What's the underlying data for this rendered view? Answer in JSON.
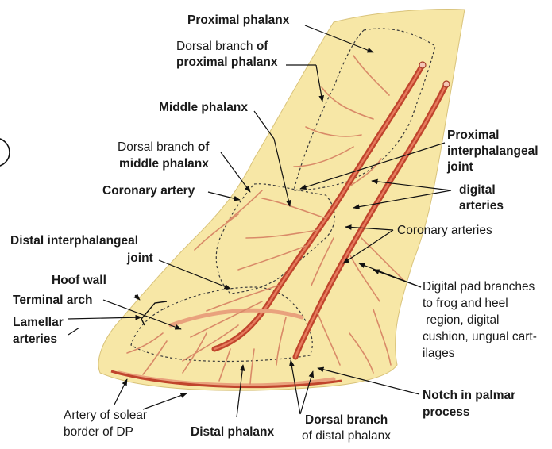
{
  "labels": {
    "proximal_phalanx": "Proximal phalanx",
    "dorsal_branch_proximal_1": "Dorsal branch",
    "dorsal_branch_proximal_of": "of",
    "dorsal_branch_proximal_2": "proximal phalanx",
    "middle_phalanx": "Middle phalanx",
    "dorsal_branch_middle_1": "Dorsal branch",
    "dorsal_branch_middle_of": "of",
    "dorsal_branch_middle_2": "middle phalanx",
    "coronary_artery": "Coronary artery",
    "pip_joint_1": "Proximal",
    "pip_joint_2": "interphalangeal",
    "pip_joint_3": "joint",
    "digital_arteries_1": "digital",
    "digital_arteries_2": "arteries",
    "coronary_arteries": "Coronary arteries",
    "dip_joint_1": "Distal  interphalangeal",
    "dip_joint_2": "joint",
    "hoof_wall": "Hoof wall",
    "terminal_arch": "Terminal arch",
    "lamellar_1": "Lamellar",
    "lamellar_2": "arteries",
    "digital_pad_1": "Digital pad branches",
    "digital_pad_2": "to frog and heel",
    "digital_pad_3": " region, digital",
    "digital_pad_4": "cushion, ungual cart-",
    "digital_pad_5": "ilages",
    "notch_1": "Notch in palmar",
    "notch_2": "process",
    "solear_1": "Artery of solear",
    "solear_2": "border of DP",
    "distal_phalanx": "Distal phalanx",
    "dorsal_branch_distal_1": "Dorsal branch",
    "dorsal_branch_distal_2": "of distal phalanx"
  },
  "colors": {
    "hoof_fill": "#f7e7a6",
    "artery_main": "#c0442c",
    "artery_light": "#e9a27d",
    "bone_outline": "#3a3a3a"
  }
}
